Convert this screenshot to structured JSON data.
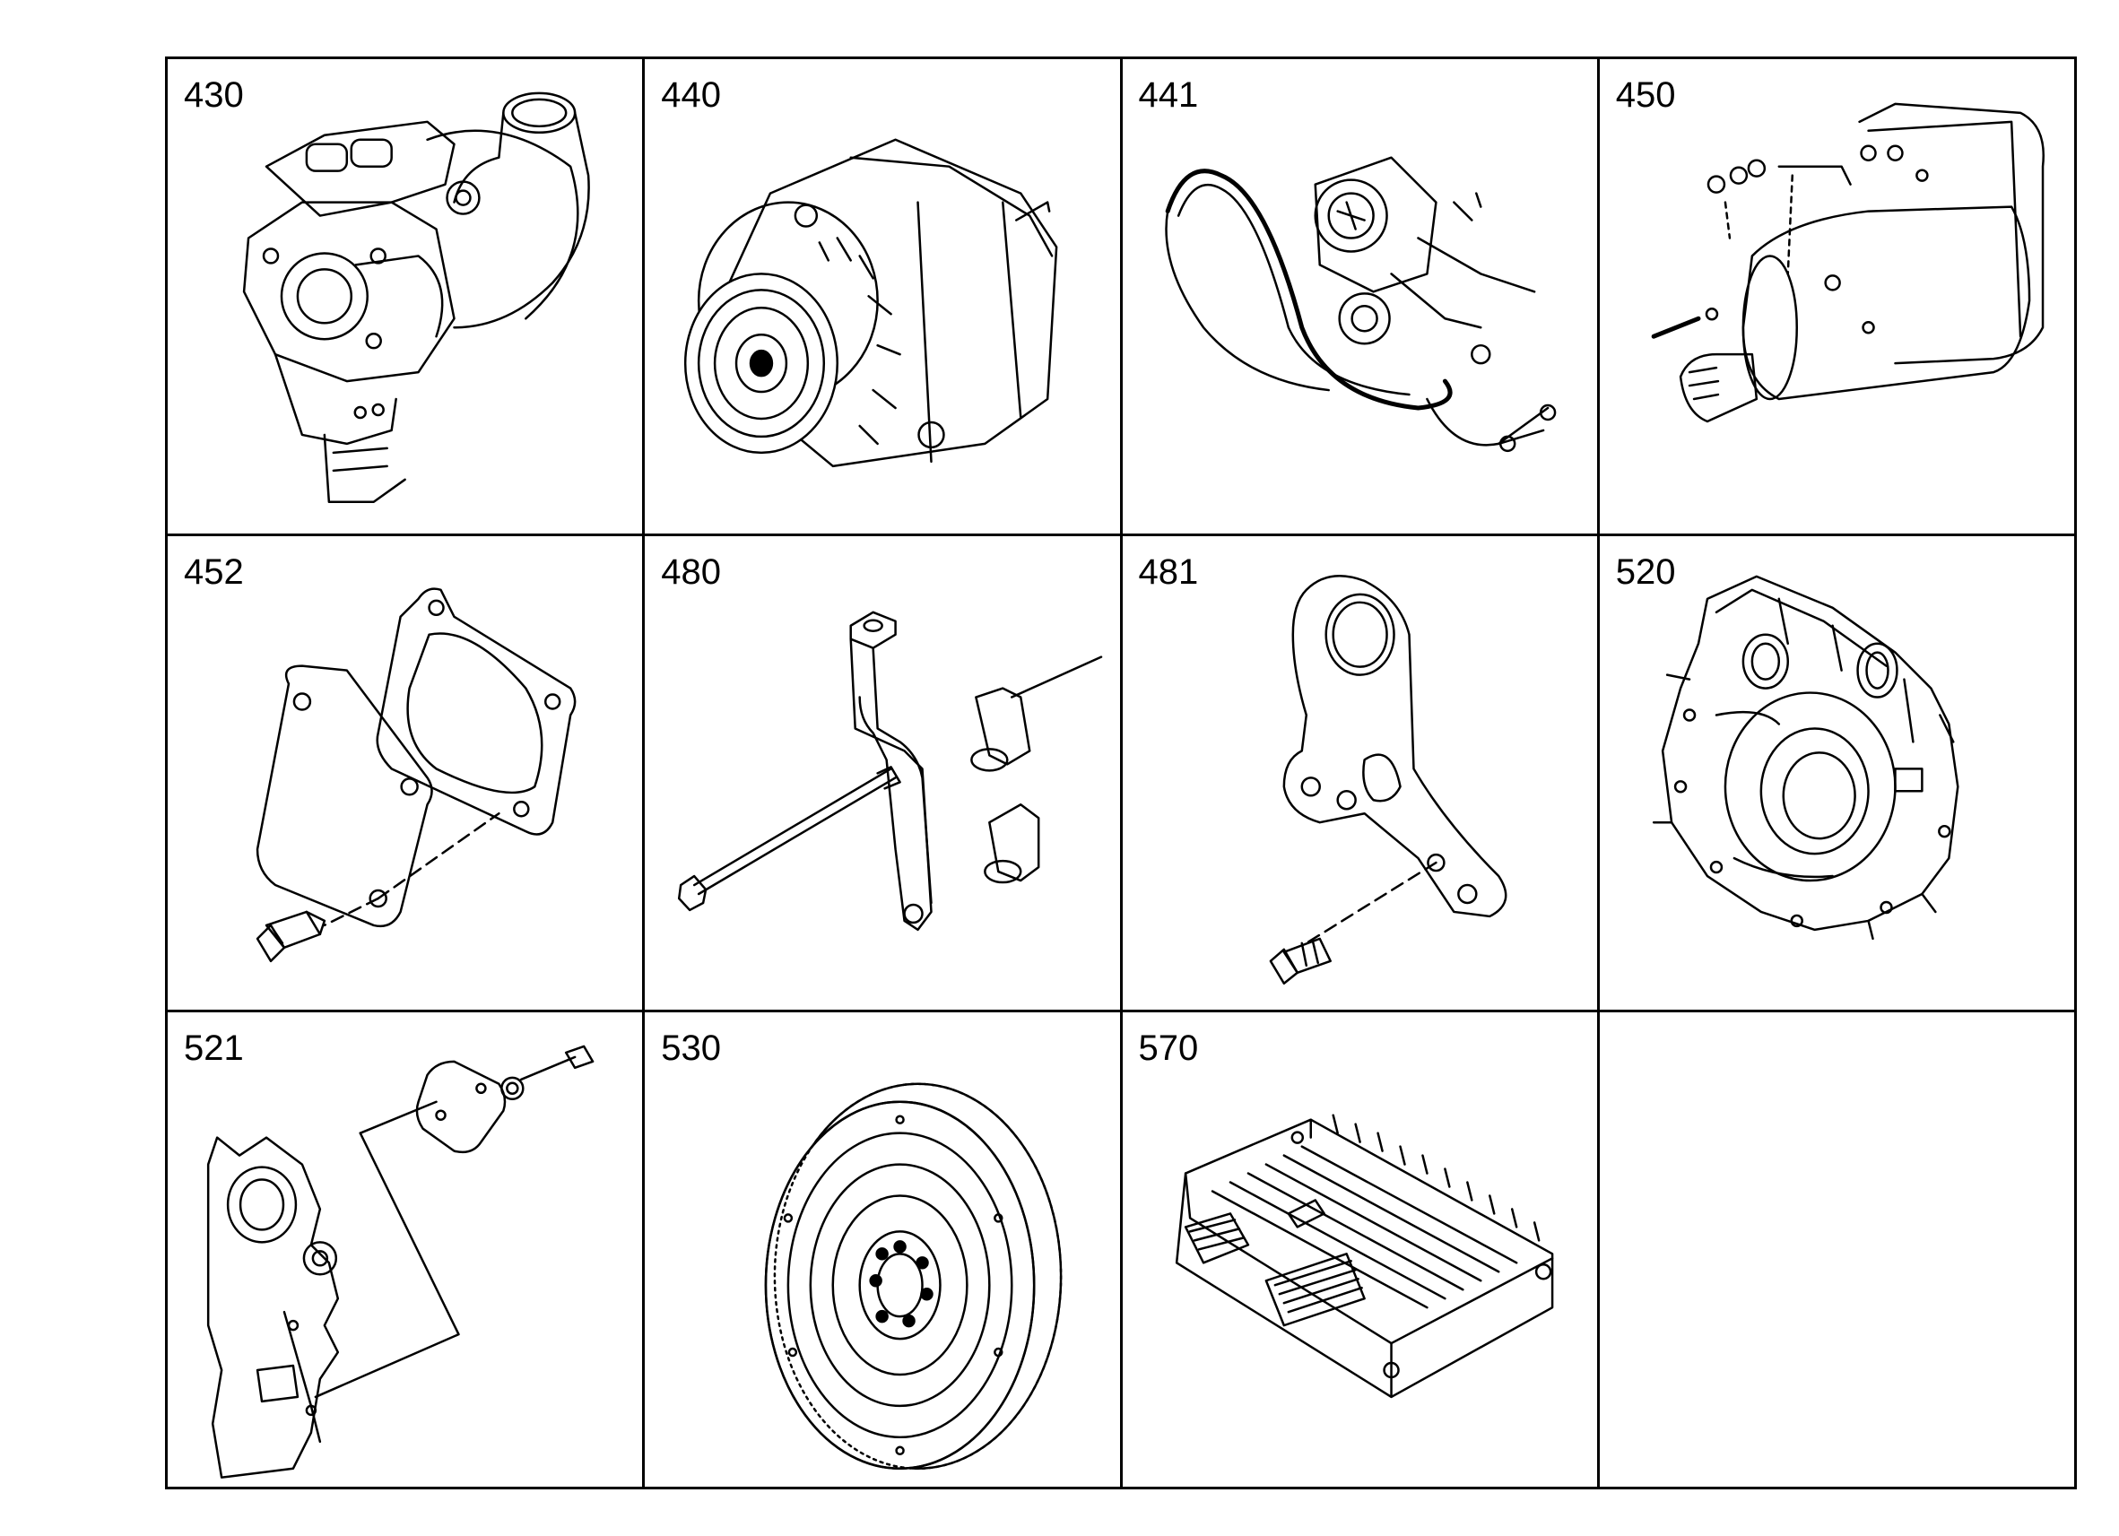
{
  "cells": [
    {
      "number": "430",
      "icon": "turbocharger-icon"
    },
    {
      "number": "440",
      "icon": "alternator-icon"
    },
    {
      "number": "441",
      "icon": "belt-tensioner-icon"
    },
    {
      "number": "450",
      "icon": "starter-motor-icon"
    },
    {
      "number": "452",
      "icon": "cover-plate-gasket-icon"
    },
    {
      "number": "480",
      "icon": "alternator-bracket-icon"
    },
    {
      "number": "481",
      "icon": "mounting-bracket-icon"
    },
    {
      "number": "520",
      "icon": "flywheel-housing-icon"
    },
    {
      "number": "521",
      "icon": "housing-cover-icon"
    },
    {
      "number": "530",
      "icon": "flywheel-icon"
    },
    {
      "number": "570",
      "icon": "control-unit-icon"
    }
  ]
}
